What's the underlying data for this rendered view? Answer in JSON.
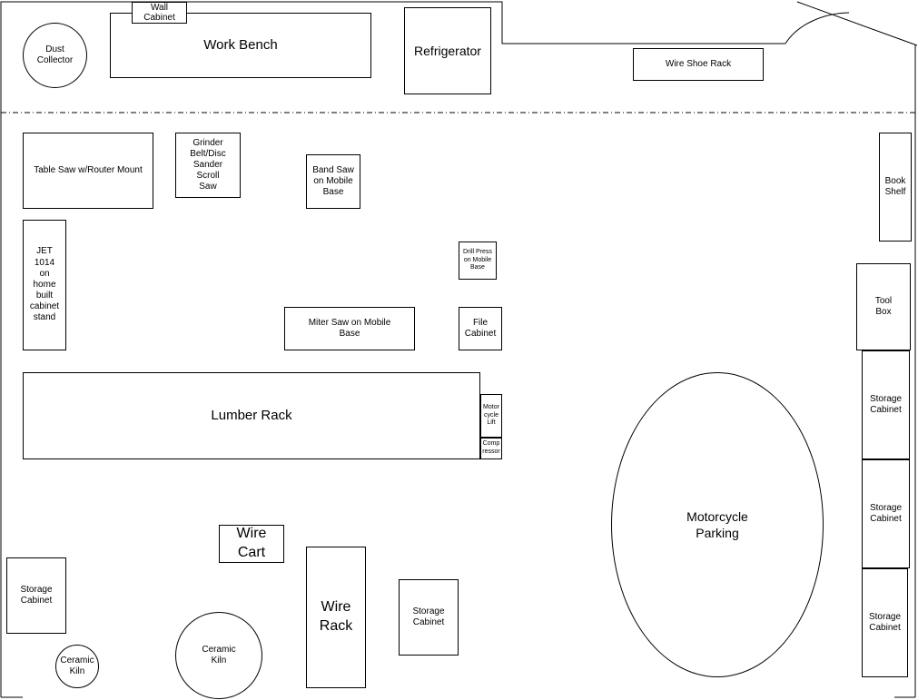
{
  "items": {
    "wall_cabinet": "Wall\nCabinet",
    "dust_collector": "Dust\nCollector",
    "work_bench": "Work Bench",
    "refrigerator": "Refrigerator",
    "wire_shoe_rack": "Wire Shoe Rack",
    "table_saw": "Table Saw w/Router Mount",
    "grinder": "Grinder\nBelt/Disc\nSander\nScroll\nSaw",
    "band_saw": "Band Saw\non Mobile\nBase",
    "book_shelf": "Book\nShelf",
    "jet_lathe": "JET\n1014\non\nhome\nbuilt\ncabinet\nstand",
    "drill_press": "Drill Press\non Mobile\nBase",
    "tool_box": "Tool\nBox",
    "miter_saw": "Miter Saw on Mobile\nBase",
    "file_cabinet": "File\nCabinet",
    "storage_cabinet_right_1": "Storage\nCabinet",
    "lumber_rack": "Lumber Rack",
    "motorcycle_lift": "Motor\ncycle\nLift",
    "compressor": "Comp\nressor",
    "storage_cabinet_right_2": "Storage\nCabinet",
    "motorcycle_parking": "Motorcycle\nParking",
    "wire_cart": "Wire\nCart",
    "storage_cabinet_left": "Storage\nCabinet",
    "wire_rack": "Wire\nRack",
    "storage_cabinet_center": "Storage\nCabinet",
    "storage_cabinet_right_3": "Storage\nCabinet",
    "ceramic_kiln_large": "Ceramic\nKiln",
    "ceramic_kiln_small": "Ceramic\nKiln"
  }
}
